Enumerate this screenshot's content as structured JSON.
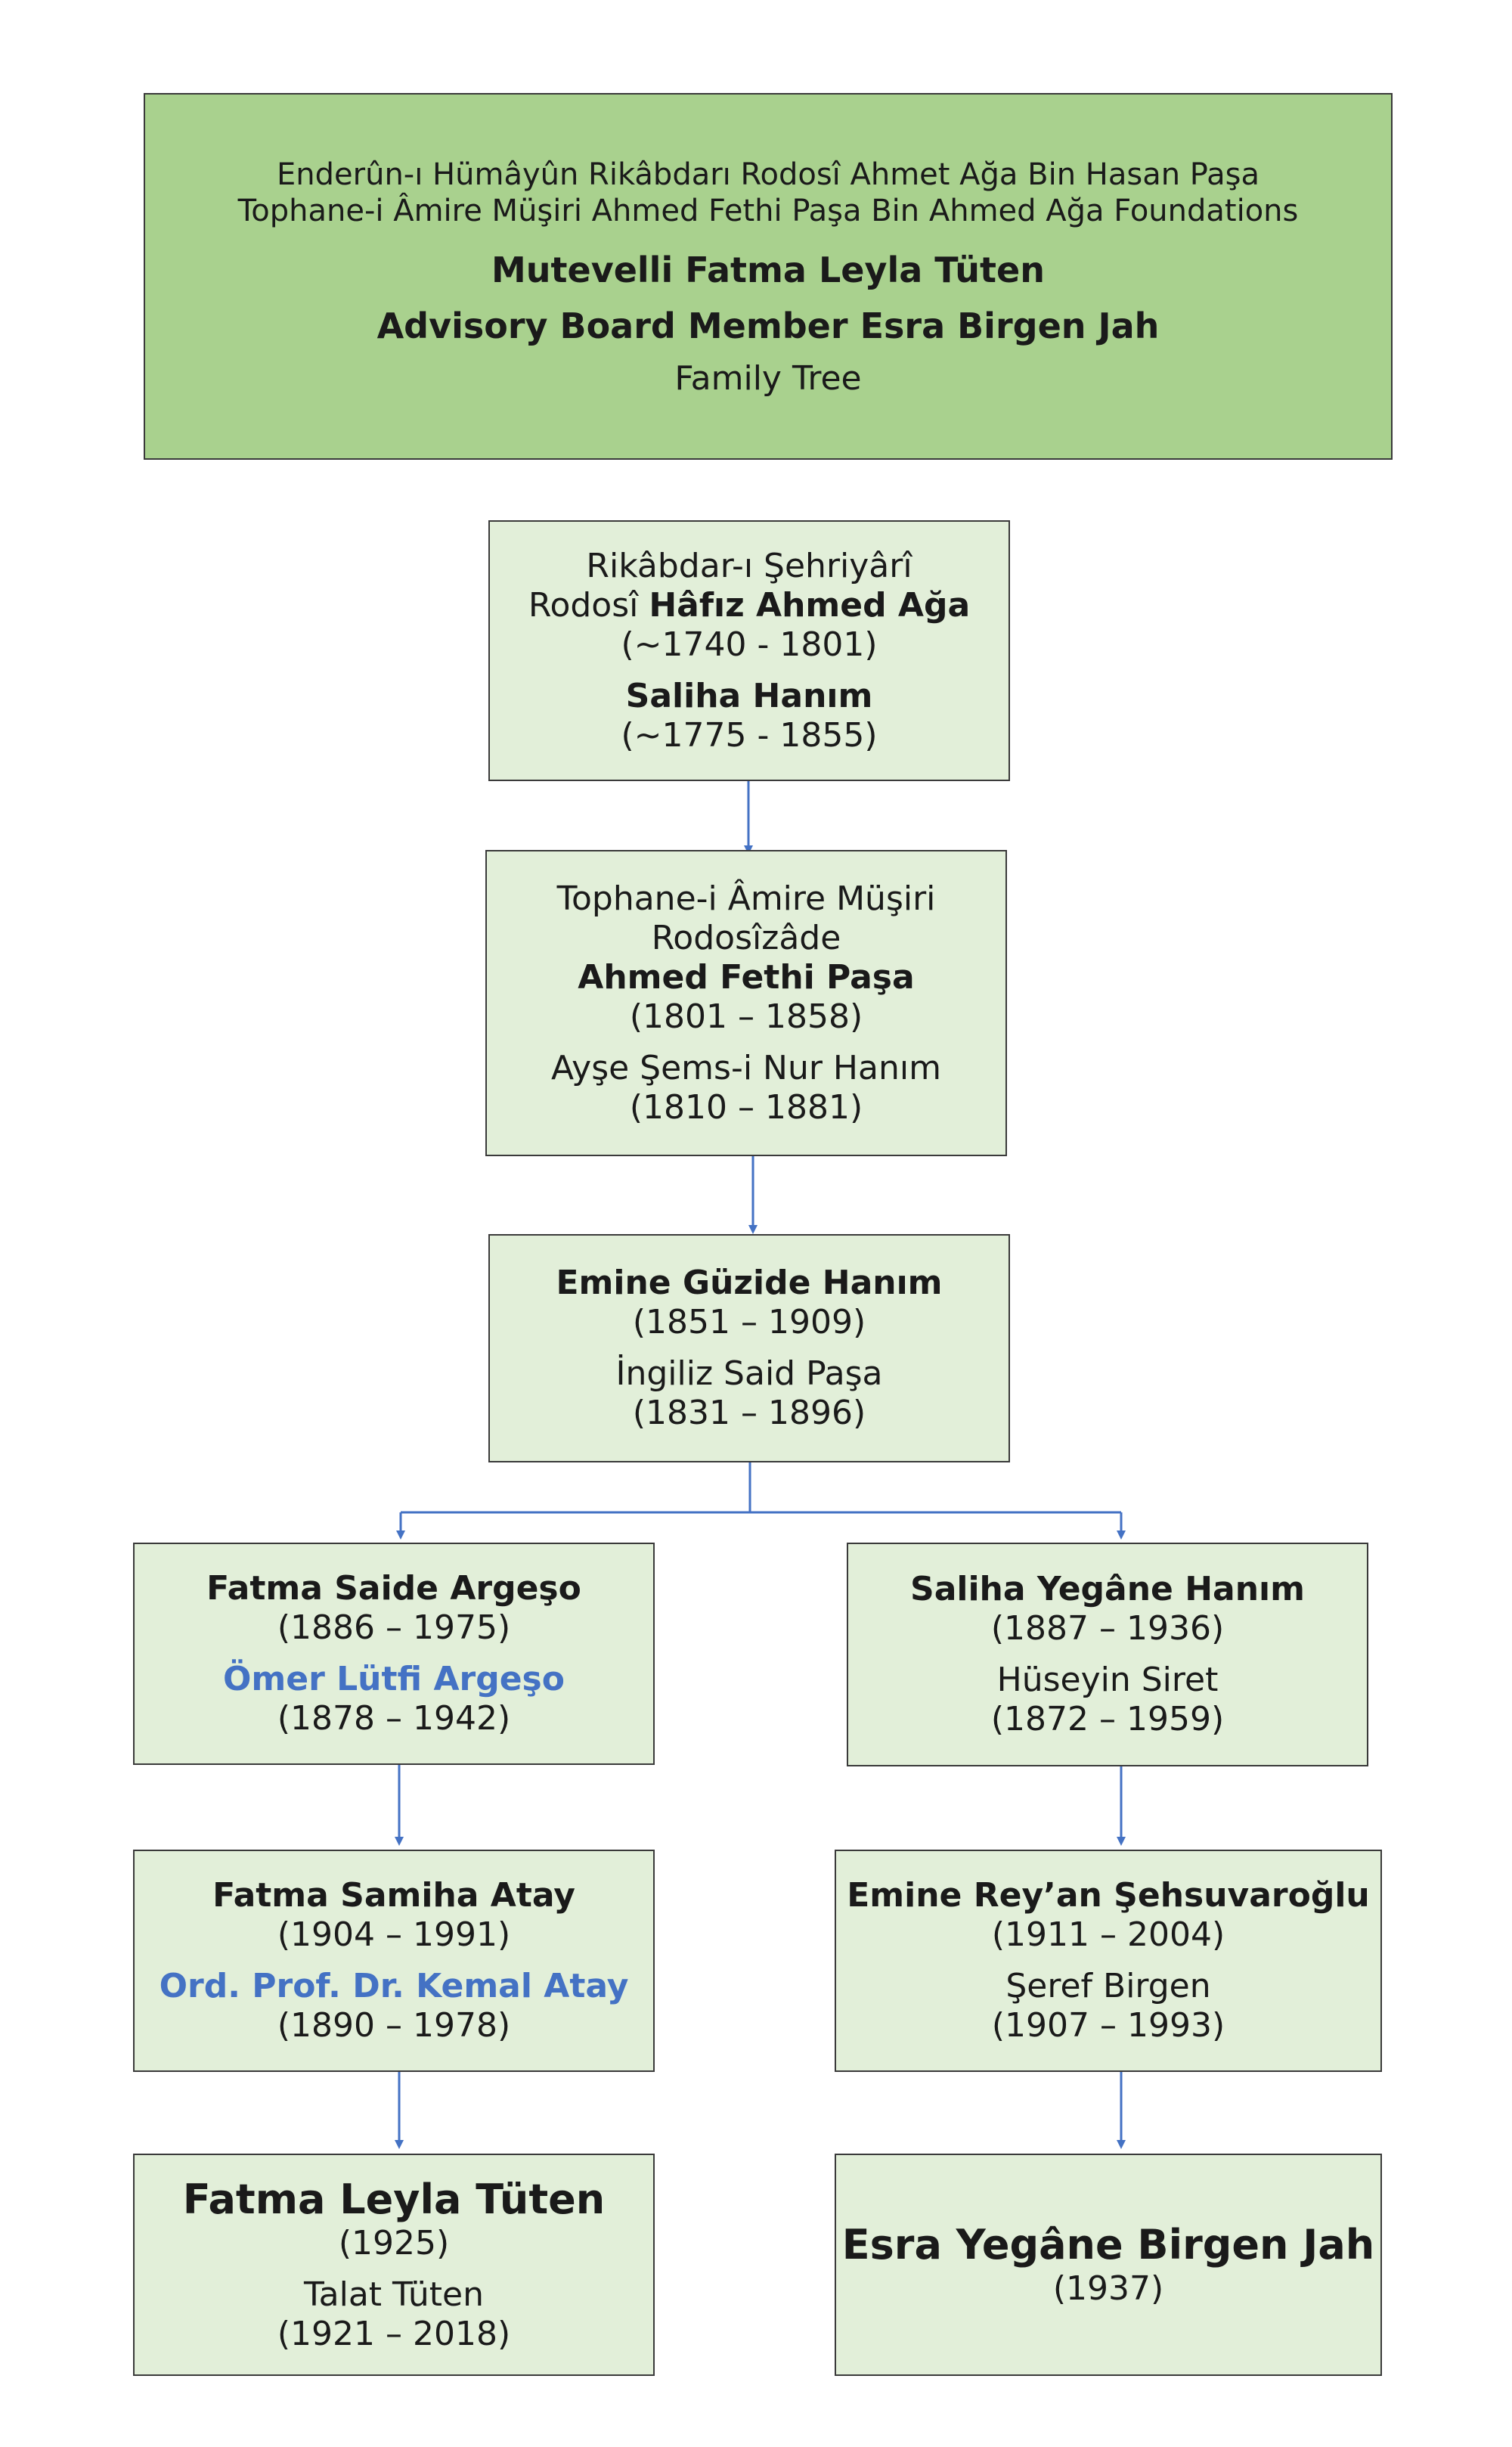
{
  "header": {
    "line1": "Enderûn-ı Hümâyûn Rikâbdarı Rodosî Ahmet Ağa Bin Hasan Paşa",
    "line2": "Tophane-i Âmire Müşiri Ahmed Fethi Paşa Bin Ahmed Ağa Foundations",
    "mutevelli": "Mutevelli Fatma Leyla Tüten",
    "advisory": "Advisory Board Member Esra Birgen Jah",
    "subtitle": "Family Tree"
  },
  "gen1": {
    "title_line1": "Rikâbdar-ı Şehriyârî",
    "title_prefix": "Rodosî ",
    "name": "Hâfız Ahmed Ağa",
    "dates": "(~1740 - 1801)",
    "spouse": "Saliha Hanım",
    "spouse_dates": "(~1775 - 1855)"
  },
  "gen2": {
    "title_line1": "Tophane-i Âmire Müşiri",
    "title_line2": "Rodosîzâde",
    "name": "Ahmed Fethi Paşa",
    "dates": "(1801 – 1858)",
    "spouse": "Ayşe Şems-i Nur Hanım",
    "spouse_dates": "(1810 – 1881)"
  },
  "gen3": {
    "name": "Emine Güzide Hanım",
    "dates": "(1851 – 1909)",
    "spouse": "İngiliz Said Paşa",
    "spouse_dates": "(1831 – 1896)"
  },
  "left": {
    "gen4": {
      "name": "Fatma Saide Argeşo",
      "dates": "(1886 – 1975)",
      "spouse": "Ömer Lütfi Argeşo",
      "spouse_dates": "(1878 – 1942)"
    },
    "gen5": {
      "name": "Fatma Samiha Atay",
      "dates": "(1904 – 1991)",
      "spouse": "Ord. Prof. Dr. Kemal Atay",
      "spouse_dates": "(1890 – 1978)"
    },
    "gen6": {
      "name": "Fatma Leyla Tüten",
      "dates": "(1925)",
      "spouse": "Talat Tüten",
      "spouse_dates": "(1921 – 2018)"
    }
  },
  "right": {
    "gen4": {
      "name": "Saliha Yegâne Hanım",
      "dates": "(1887 – 1936)",
      "spouse": "Hüseyin Siret",
      "spouse_dates": "(1872 – 1959)"
    },
    "gen5": {
      "name": "Emine Rey’an Şehsuvaroğlu",
      "dates": "(1911 – 2004)",
      "spouse": "Şeref Birgen",
      "spouse_dates": "(1907 – 1993)"
    },
    "gen6": {
      "name": "Esra Yegâne Birgen Jah",
      "dates": "(1937)"
    }
  },
  "colors": {
    "header_fill": "#a9d18e",
    "node_fill": "#e2efd9",
    "connector": "#4472c4",
    "link_text": "#4472c4"
  }
}
